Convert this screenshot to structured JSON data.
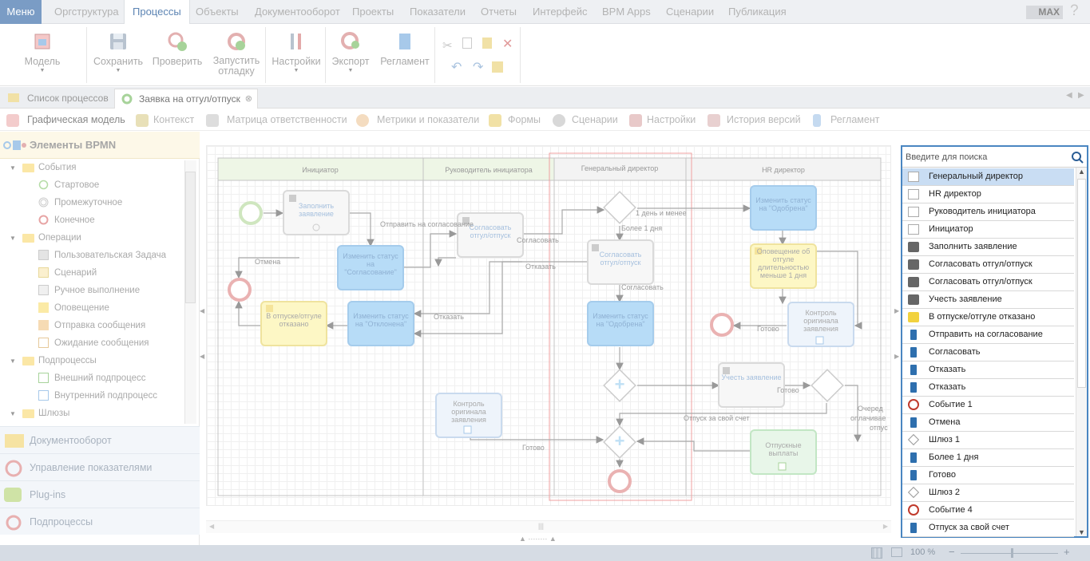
{
  "menubar": {
    "menu_label": "Меню",
    "items": [
      "Оргструктура",
      "Процессы",
      "Объекты",
      "Документооборот",
      "Проекты",
      "Показатели",
      "Отчеты",
      "Интерфейс",
      "BPM Apps",
      "Сценарии",
      "Публикация"
    ],
    "user_badge": "MAX",
    "help": "?"
  },
  "ribbon": {
    "model": "Модель",
    "save": "Сохранить",
    "check": "Проверить",
    "run_debug": "Запустить отладку",
    "settings": "Настройки",
    "export": "Экспорт",
    "regulation": "Регламент"
  },
  "doc_tabs": {
    "list": "Список процессов",
    "current": "Заявка на отгул/отпуск"
  },
  "sub_tabs": [
    "Графическая модель",
    "Контекст",
    "Матрица ответственности",
    "Метрики и показатели",
    "Формы",
    "Сценарии",
    "Настройки",
    "История версий",
    "Регламент"
  ],
  "left_panel": {
    "header": "Элементы BPMN",
    "tree": {
      "events": "События",
      "start": "Стартовое",
      "intermediate": "Промежуточное",
      "end": "Конечное",
      "operations": "Операции",
      "user_task": "Пользовательская Задача",
      "script": "Сценарий",
      "manual": "Ручное выполнение",
      "notify": "Оповещение",
      "send_msg": "Отправка сообщения",
      "wait_msg": "Ожидание сообщения",
      "subprocesses": "Подпроцессы",
      "ext_sub": "Внешний подпроцесс",
      "int_sub": "Внутренний подпроцесс",
      "gateways": "Шлюзы"
    },
    "accordion": [
      "Документооборот",
      "Управление показателями",
      "Plug-ins",
      "Подпроцессы"
    ]
  },
  "diagram": {
    "lanes": [
      "Инициатор",
      "Руководитель инициатора",
      "Генеральный директор",
      "HR директор"
    ],
    "tasks": {
      "fill": "Заполнить заявление",
      "status_agree": "Изменить статус на \"Согласование\"",
      "agree1": "Согласовать отгул/отпуск",
      "agree2": "Согласовать отгул/отпуск",
      "status_approved_gd": "Изменить статус на \"Одобрена\"",
      "status_rejected": "Изменить статус на \"Отклонена\"",
      "denied": "В отпуске/отгуле отказано",
      "status_approved_hr": "Изменить статус на \"Одобрена\"",
      "notify_short": "Оповещение об отгуле длительностью меньше 1 дня",
      "control_hr": "Контроль оригинала заявления",
      "account": "Учесть заявление",
      "control_init": "Контроль оригинала заявления",
      "payments": "Отпускные выплаты"
    },
    "labels": {
      "send_for_approval": "Отправить на согласование",
      "cancel": "Отмена",
      "approve1": "Согласовать",
      "reject1": "Отказать",
      "reject2": "Отказать",
      "one_day_or_less": "1 день и менее",
      "more_than_1_day": "Более 1 дня",
      "approve2": "Согласовать",
      "done_hr": "Готово",
      "done_acc": "Готово",
      "own_expense": "Отпуск за свой счет",
      "next_paid_1": "Очеред",
      "next_paid_2": "оплачивае",
      "next_paid_3": "отпус",
      "done_init": "Готово"
    }
  },
  "right_panel": {
    "search_placeholder": "Введите для поиска",
    "items": [
      {
        "label": "Генеральный директор",
        "icon": "lane"
      },
      {
        "label": "HR директор",
        "icon": "lane"
      },
      {
        "label": "Руководитель инициатора",
        "icon": "lane"
      },
      {
        "label": "Инициатор",
        "icon": "lane"
      },
      {
        "label": "Заполнить заявление",
        "icon": "user"
      },
      {
        "label": "Согласовать отгул/отпуск",
        "icon": "user"
      },
      {
        "label": "Согласовать отгул/отпуск",
        "icon": "user"
      },
      {
        "label": "Учесть заявление",
        "icon": "user"
      },
      {
        "label": "В отпуске/отгуле отказано",
        "icon": "notify"
      },
      {
        "label": "Отправить на согласование",
        "icon": "info"
      },
      {
        "label": "Согласовать",
        "icon": "info"
      },
      {
        "label": "Отказать",
        "icon": "info"
      },
      {
        "label": "Отказать",
        "icon": "info"
      },
      {
        "label": "Событие 1",
        "icon": "event"
      },
      {
        "label": "Отмена",
        "icon": "info"
      },
      {
        "label": "Шлюз 1",
        "icon": "gateway"
      },
      {
        "label": "Более 1 дня",
        "icon": "info"
      },
      {
        "label": "Готово",
        "icon": "info"
      },
      {
        "label": "Шлюз 2",
        "icon": "gateway"
      },
      {
        "label": "Событие 4",
        "icon": "event"
      },
      {
        "label": "Отпуск за свой счет",
        "icon": "info"
      }
    ]
  },
  "status": {
    "zoom": "100 %"
  },
  "colors": {
    "accent": "#4a86c1",
    "menu_btn": "#7a9cc5",
    "task_blue": "#b7dcf7",
    "task_yellow": "#fdf7c5",
    "end_event": "#e7a4a4"
  }
}
